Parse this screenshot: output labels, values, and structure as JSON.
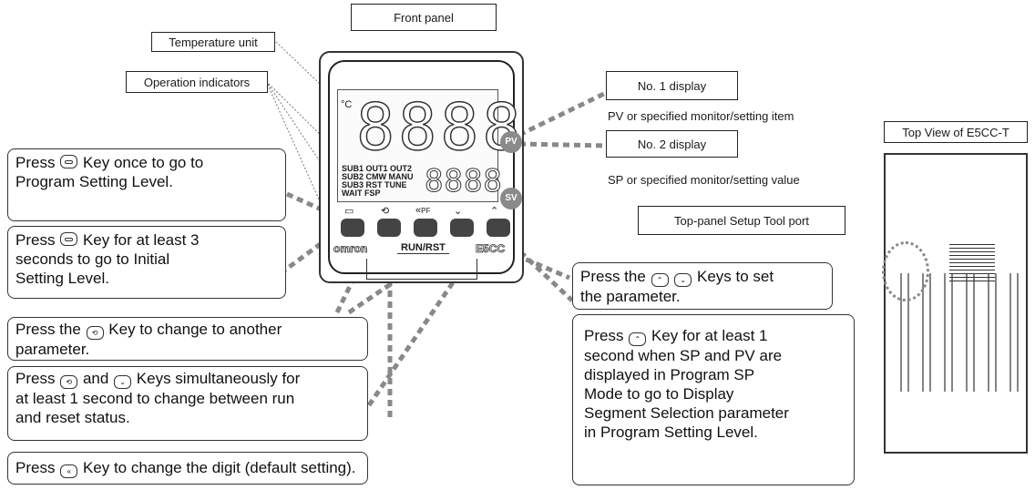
{
  "labels": {
    "front_panel": "Front panel",
    "temperature_unit": "Temperature unit",
    "operation_indicators": "Operation indicators",
    "no1_display": "No. 1 display",
    "no1_desc": "PV or specified monitor/setting item",
    "no2_display": "No. 2 display",
    "no2_desc": "SP or specified monitor/setting value",
    "top_view": "Top View of E5CC-T",
    "setup_tool_port": "Top-panel Setup Tool port"
  },
  "device": {
    "brand": "omron",
    "model": "E5CC",
    "run_rst": "RUN/RST",
    "pv_badge": "PV",
    "sv_badge": "SV",
    "unit_symbol": "°C",
    "indicators_row1": "SUB1 OUT1 OUT2",
    "indicators_row2": "SUB2 CMW MANU",
    "indicators_row3": "SUB3 RST TUNE",
    "indicators_row4": "WAIT FSP",
    "key_pf_label": "PF"
  },
  "callouts": {
    "c1_a": "Press",
    "c1_b": "Key once to go to",
    "c1_c": "Program Setting Level.",
    "c2_a": "Press",
    "c2_b": "Key for at least 3",
    "c2_c": "seconds to go to Initial",
    "c2_d": "Setting Level.",
    "c3_a": "Press the",
    "c3_b": "Key to change to another",
    "c3_c": "parameter.",
    "c4_a": "Press",
    "c4_b": "and",
    "c4_c": "Keys simultaneously for",
    "c4_d": "at least 1 second to change between run",
    "c4_e": "and reset status.",
    "c5_a": "Press",
    "c5_b": "Key to change the digit (default setting).",
    "c6_a": "Press the",
    "c6_b": "Keys to set",
    "c6_c": "the parameter.",
    "c7_a": "Press",
    "c7_b": "Key for at least 1",
    "c7_c": "second when SP and PV are",
    "c7_d": "displayed in Program SP",
    "c7_e": "Mode to go to Display",
    "c7_f": "Segment Selection parameter",
    "c7_g": "in Program Setting Level."
  }
}
